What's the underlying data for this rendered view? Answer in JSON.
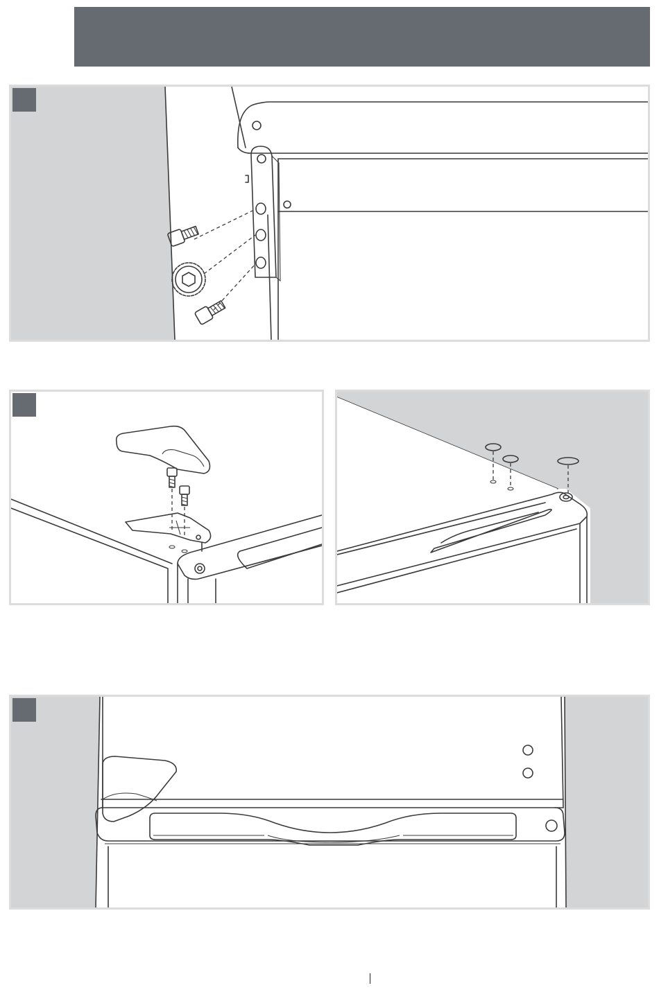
{
  "page": {
    "colors": {
      "header": "#666a71",
      "step_marker": "#666a71",
      "panel_border": "#dcdcdc",
      "background_shade": "#d3d4d6",
      "line_art": "#3a3a3a"
    }
  },
  "illustrations": [
    {
      "id": "hinge-bracket-detail",
      "icons": [
        "hinge-bracket-icon",
        "hex-bolt-icon",
        "gear-knob-icon"
      ]
    },
    {
      "id": "top-hinge-cover",
      "icons": [
        "hinge-cover-icon",
        "hinge-plate-icon",
        "bolt-icon"
      ]
    },
    {
      "id": "hole-plugs",
      "icons": [
        "plug-cap-icon"
      ]
    },
    {
      "id": "door-top-front-view",
      "icons": [
        "hinge-cover-icon",
        "door-handle-icon"
      ]
    }
  ]
}
